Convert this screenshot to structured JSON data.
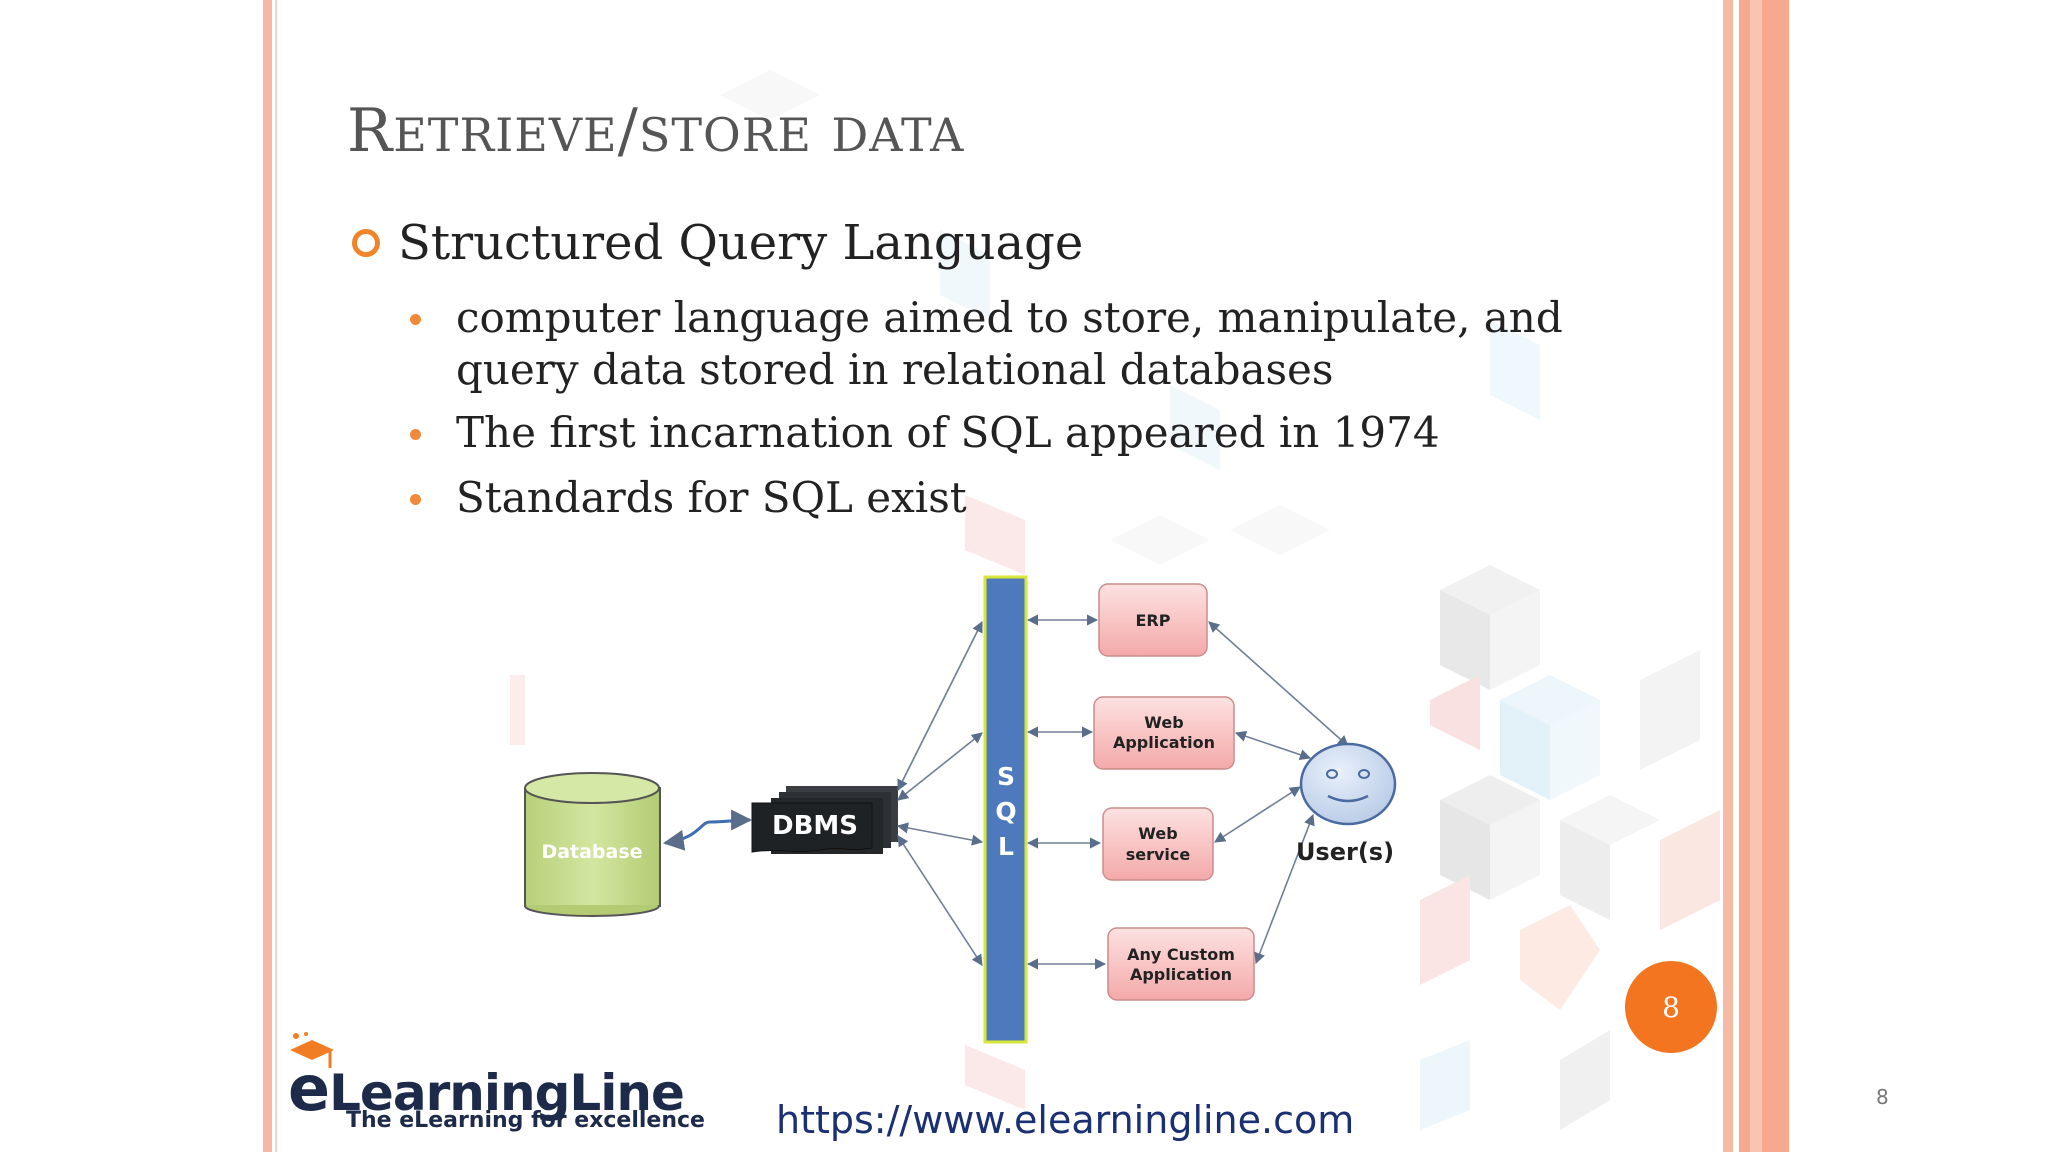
{
  "slide": {
    "title": "Retrieve/store data",
    "title_parts": {
      "r": "R",
      "etrieve": "ETRIEVE",
      "slash": "/",
      "store": "STORE",
      "data": "DATA"
    },
    "bullet_level1": "Structured Query Language",
    "bullets_level2": [
      "computer language aimed to store, manipulate, and query data stored in relational databases",
      "The first incarnation of SQL appeared in 1974",
      "Standards for SQL exist"
    ],
    "badge_number": "8",
    "page_number": "8",
    "url": "https://www.elearningline.com"
  },
  "logo": {
    "main": "LearningLine",
    "e": "e",
    "tagline": "The eLearning for excellence"
  },
  "diagram": {
    "database_label": "Database",
    "dbms_label": "DBMS",
    "sql_letters": [
      "S",
      "Q",
      "L"
    ],
    "boxes": [
      "ERP",
      "Web Application",
      "Web service",
      "Any Custom Application"
    ],
    "box_lines": [
      [
        "ERP"
      ],
      [
        "Web",
        "Application"
      ],
      [
        "Web",
        "service"
      ],
      [
        "Any Custom",
        "Application"
      ]
    ],
    "user_label": "User(s)"
  },
  "colors": {
    "accent_orange": "#f37520",
    "sql_bar": "#4f79bd",
    "box_fill": "#f7b9b9",
    "database_fill": "#c9dd8e",
    "dbms_fill": "#1f2225",
    "url": "#1b2f73"
  }
}
